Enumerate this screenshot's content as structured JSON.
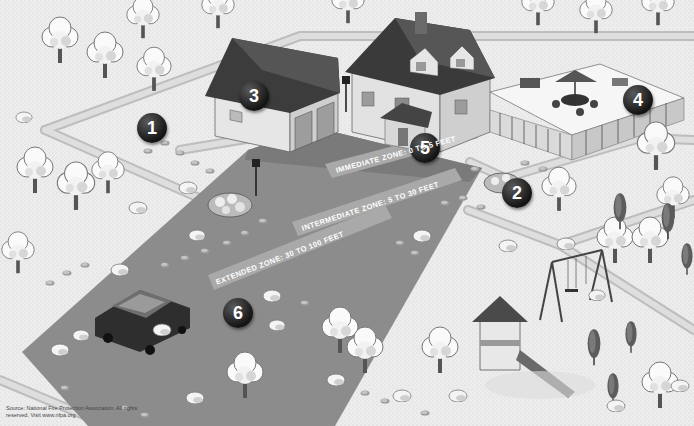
{
  "diagram": {
    "nodes": [
      {
        "text": [
          "3"
        ]
      },
      {
        "text": [
          "4"
        ]
      },
      {
        "text": [
          "1"
        ]
      },
      {
        "text": [
          "5"
        ]
      },
      {
        "text": [
          "2"
        ]
      },
      {
        "text": [
          "6"
        ]
      }
    ],
    "labels": [
      "IMMEDIATE ZONE: 0 TO 5 FEET",
      "INTERMEDIATE ZONE: 5 TO 30 FEET",
      "EXTENDED ZONE: 30 TO 100 FEET",
      "Source: National Fire Protection Association. All rights reserved. Visit www.nfpa.org"
    ]
  }
}
